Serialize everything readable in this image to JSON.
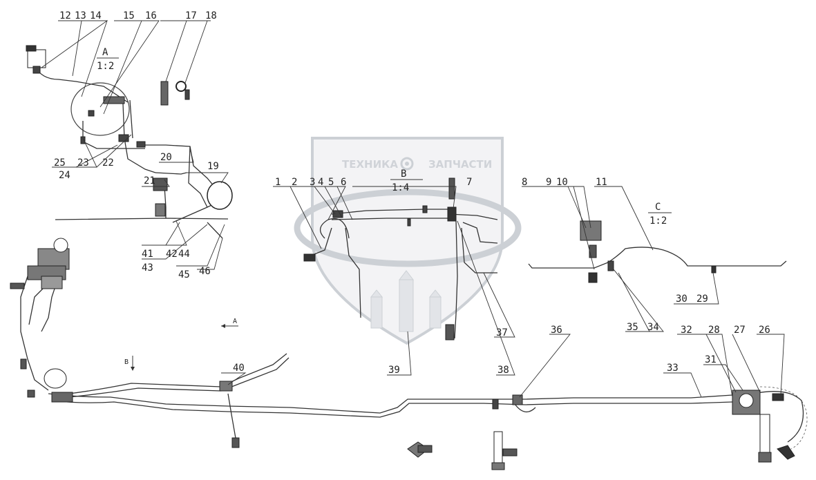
{
  "watermark": {
    "brand_left": "ТЕХНИКА",
    "brand_right": "ЗАПЧАСТИ"
  },
  "callouts": {
    "c1": "1",
    "c2": "2",
    "c3": "3",
    "c4": "4",
    "c5": "5",
    "c6": "6",
    "c7": "7",
    "c8": "8",
    "c9": "9",
    "c10": "10",
    "c11": "11",
    "c12": "12",
    "c13": "13",
    "c14": "14",
    "c15": "15",
    "c16": "16",
    "c17": "17",
    "c18": "18",
    "c19": "19",
    "c20": "20",
    "c21": "21",
    "c22": "22",
    "c23": "23",
    "c24": "24",
    "c25": "25",
    "c26": "26",
    "c27": "27",
    "c28": "28",
    "c29": "29",
    "c30": "30",
    "c31": "31",
    "c32": "32",
    "c33": "33",
    "c34": "34",
    "c35": "35",
    "c36": "36",
    "c37": "37",
    "c38": "38",
    "c39": "39",
    "c40": "40",
    "c41": "41",
    "c42": "42",
    "c43": "43",
    "c44": "44",
    "c45": "45",
    "c46": "46"
  },
  "views": {
    "a": {
      "name": "A",
      "scale": "1:2"
    },
    "b": {
      "name": "B",
      "scale": "1:4"
    },
    "c": {
      "name": "C",
      "scale": "1:2"
    }
  },
  "markers": {
    "a_arrow": "A",
    "b_arrow": "B"
  }
}
